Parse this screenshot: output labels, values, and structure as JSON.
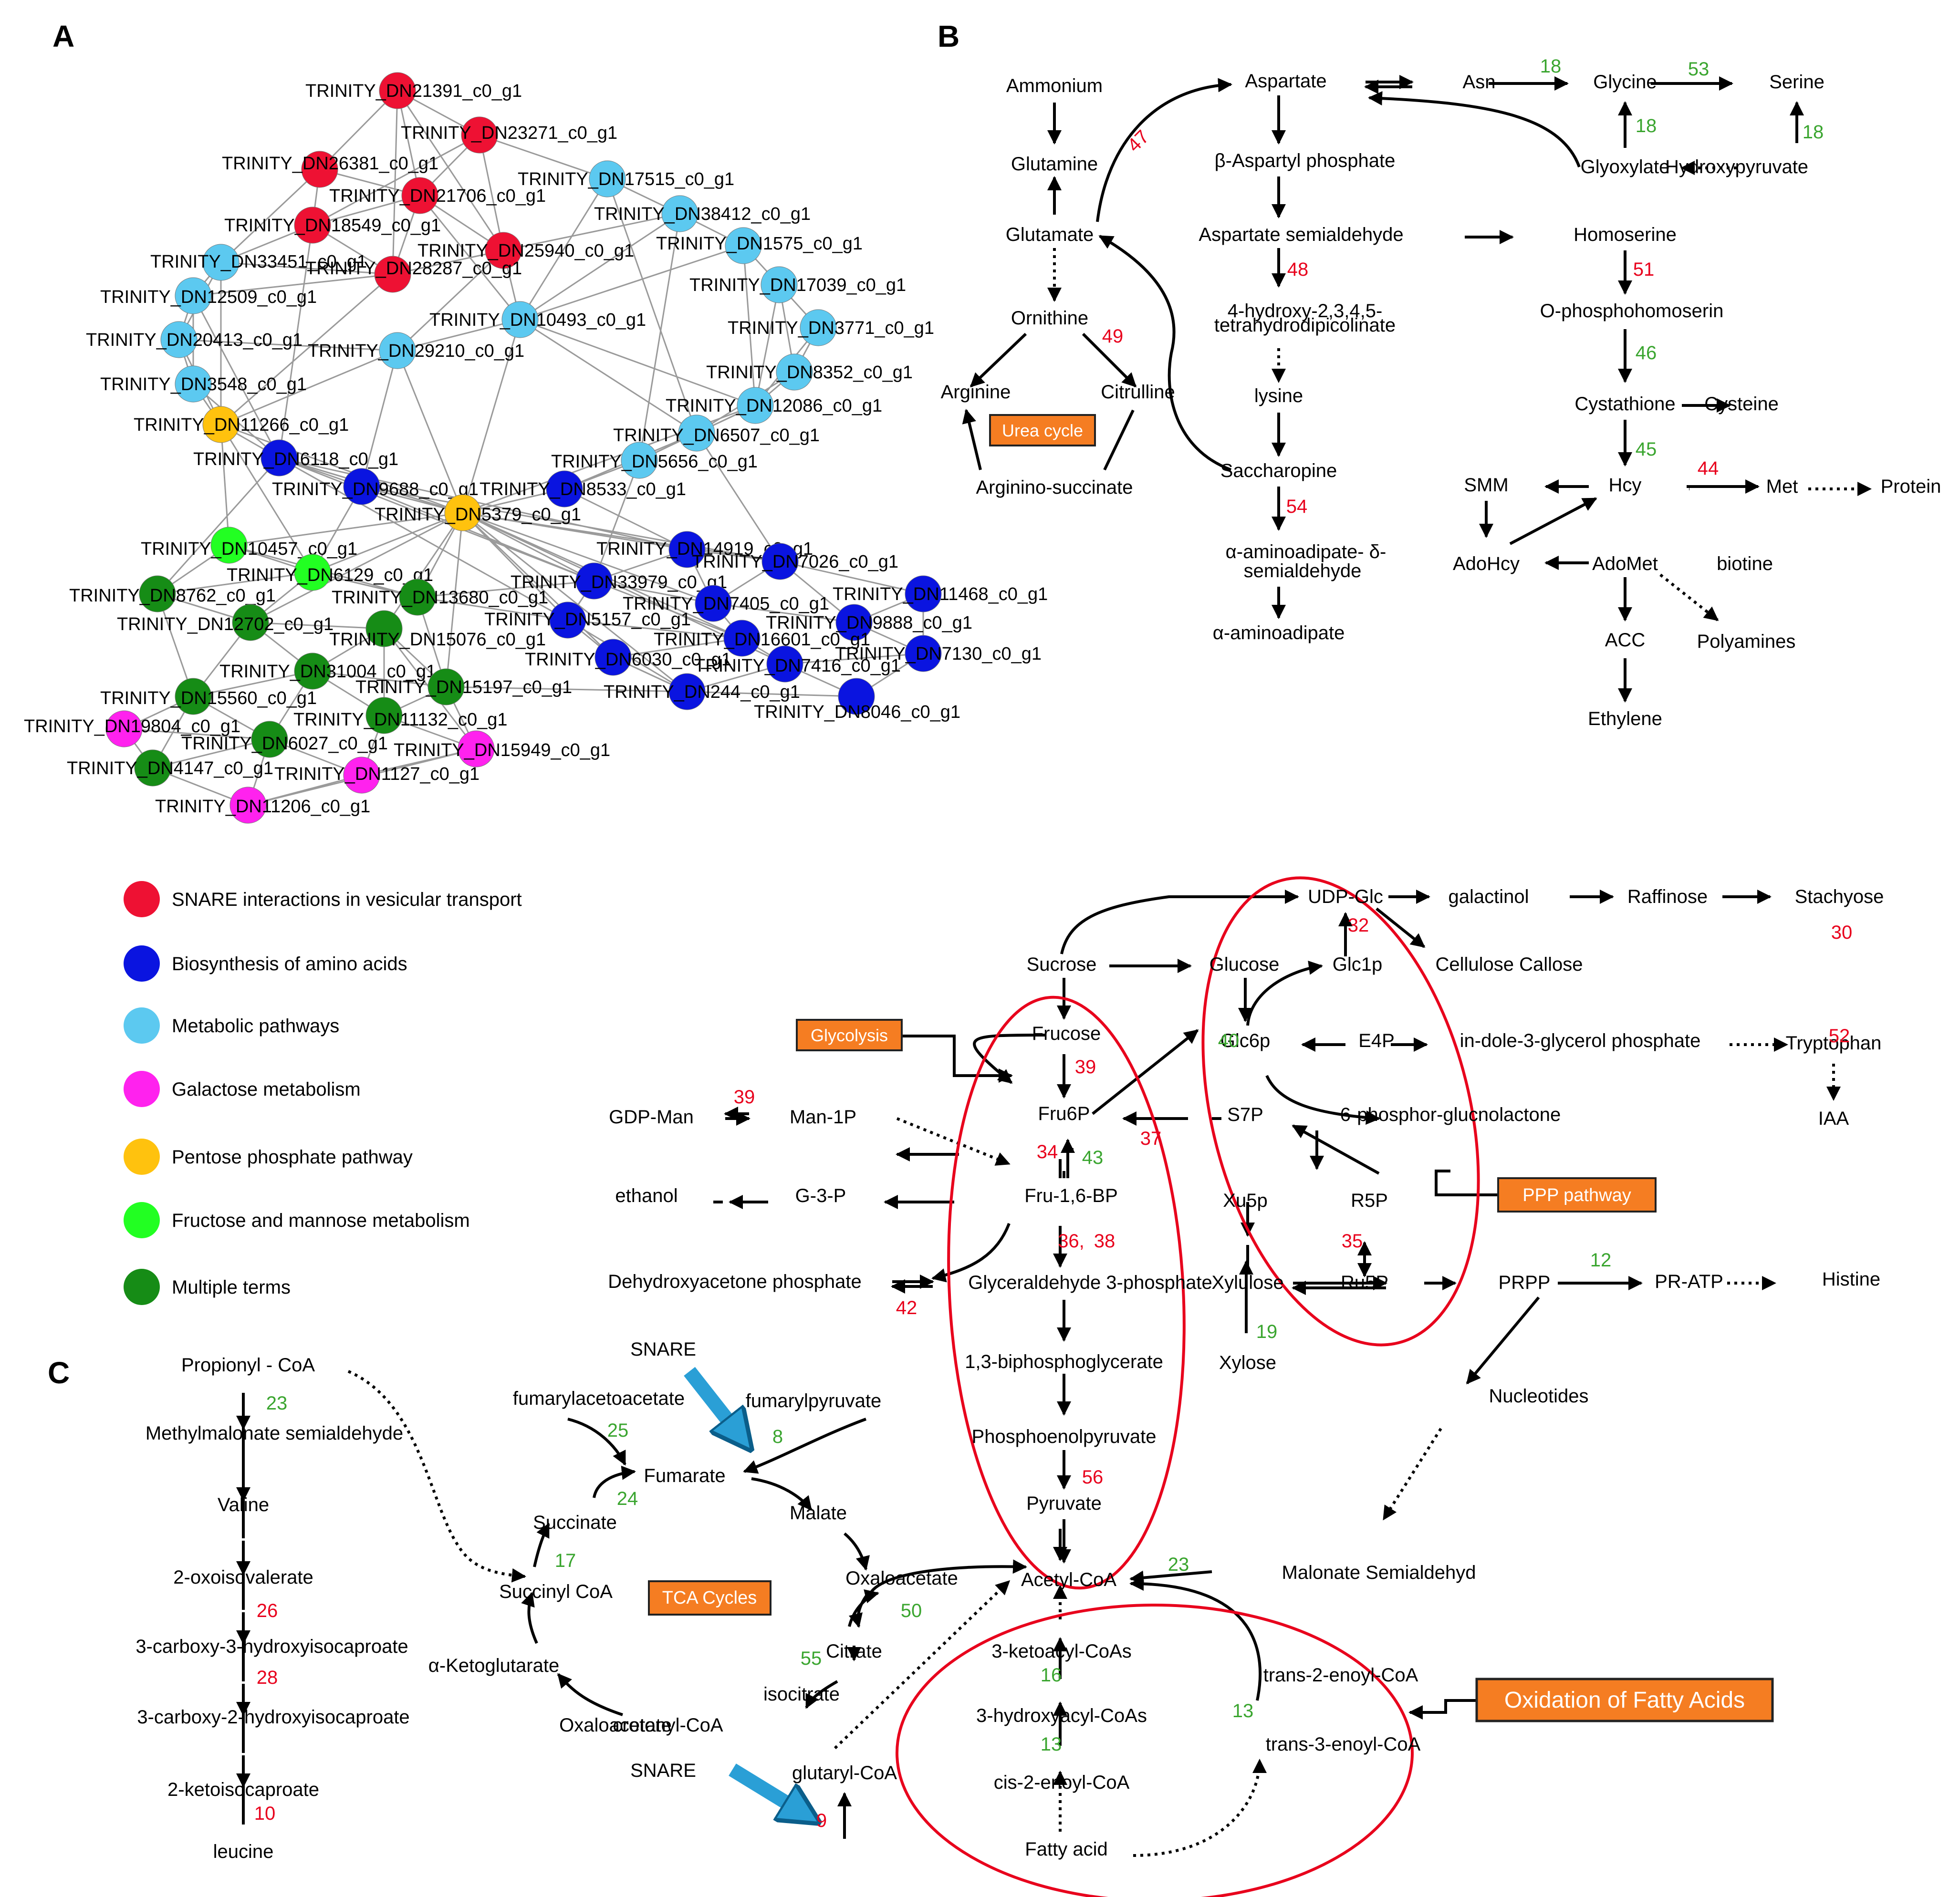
{
  "panel_labels": {
    "a": "A",
    "b": "B",
    "c": "C"
  },
  "colors": {
    "snare": "#ee1133",
    "amino": "#0a14e0",
    "metabolic": "#5cc9f0",
    "galactose": "#ff22ee",
    "ppp": "#ffc20e",
    "fructose": "#22ff22",
    "multiple": "#168c16",
    "highlight": "#e8001c",
    "box": "#f57d22",
    "number_red": "#e8001c",
    "number_green": "#3aa52f",
    "snare_arrow": "#2a9fd6"
  },
  "network": {
    "nodes": [
      {
        "id": "TRINITY_DN21391_c0_g1",
        "group": "snare"
      },
      {
        "id": "TRINITY_DN23271_c0_g1",
        "group": "snare"
      },
      {
        "id": "TRINITY_DN26381_c0_g1",
        "group": "snare"
      },
      {
        "id": "TRINITY_DN21706_c0_g1",
        "group": "snare"
      },
      {
        "id": "TRINITY_DN18549_c0_g1",
        "group": "snare"
      },
      {
        "id": "TRINITY_DN25940_c0_g1",
        "group": "snare"
      },
      {
        "id": "TRINITY_DN28287_c0_g1",
        "group": "snare"
      },
      {
        "id": "TRINITY_DN17515_c0_g1",
        "group": "metabolic"
      },
      {
        "id": "TRINITY_DN38412_c0_g1",
        "group": "metabolic"
      },
      {
        "id": "TRINITY_DN1575_c0_g1",
        "group": "metabolic"
      },
      {
        "id": "TRINITY_DN33451_c0_g1",
        "group": "metabolic"
      },
      {
        "id": "TRINITY_DN17039_c0_g1",
        "group": "metabolic"
      },
      {
        "id": "TRINITY_DN12509_c0_g1",
        "group": "metabolic"
      },
      {
        "id": "TRINITY_DN10493_c0_g1",
        "group": "metabolic"
      },
      {
        "id": "TRINITY_DN3771_c0_g1",
        "group": "metabolic"
      },
      {
        "id": "TRINITY_DN20413_c0_g1",
        "group": "metabolic"
      },
      {
        "id": "TRINITY_DN29210_c0_g1",
        "group": "metabolic"
      },
      {
        "id": "TRINITY_DN8352_c0_g1",
        "group": "metabolic"
      },
      {
        "id": "TRINITY_DN3548_c0_g1",
        "group": "metabolic"
      },
      {
        "id": "TRINITY_DN12086_c0_g1",
        "group": "metabolic"
      },
      {
        "id": "TRINITY_DN11266_c0_g1",
        "group": "ppp"
      },
      {
        "id": "TRINITY_DN6507_c0_g1",
        "group": "metabolic"
      },
      {
        "id": "TRINITY_DN6118_c0_g1",
        "group": "amino"
      },
      {
        "id": "TRINITY_DN5656_c0_g1",
        "group": "metabolic"
      },
      {
        "id": "TRINITY_DN9688_c0_g1",
        "group": "amino"
      },
      {
        "id": "TRINITY_DN8533_c0_g1",
        "group": "amino"
      },
      {
        "id": "TRINITY_DN5379_c0_g1",
        "group": "ppp"
      },
      {
        "id": "TRINITY_DN10457_c0_g1",
        "group": "fructose"
      },
      {
        "id": "TRINITY_DN14919_c0_g1",
        "group": "amino"
      },
      {
        "id": "TRINITY_DN6129_c0_g1",
        "group": "fructose"
      },
      {
        "id": "TRINITY_DN7026_c0_g1",
        "group": "amino"
      },
      {
        "id": "TRINITY_DN8762_c0_g1",
        "group": "multiple"
      },
      {
        "id": "TRINITY_DN13680_c0_g1",
        "group": "multiple"
      },
      {
        "id": "TRINITY_DN33979_c0_g1",
        "group": "amino"
      },
      {
        "id": "TRINITY_DN11468_c0_g1",
        "group": "amino"
      },
      {
        "id": "TRINITY_DN7405_c0_g1",
        "group": "amino"
      },
      {
        "id": "TRINITY_DN12702_c0_g1",
        "group": "multiple"
      },
      {
        "id": "TRINITY_DN5157_c0_g1",
        "group": "amino"
      },
      {
        "id": "TRINITY_DN9888_c0_g1",
        "group": "amino"
      },
      {
        "id": "TRINITY_DN15076_c0_g1",
        "group": "multiple"
      },
      {
        "id": "TRINITY_DN16601_c0_g1",
        "group": "amino"
      },
      {
        "id": "TRINITY_DN7130_c0_g1",
        "group": "amino"
      },
      {
        "id": "TRINITY_DN31004_c0_g1",
        "group": "multiple"
      },
      {
        "id": "TRINITY_DN6030_c0_g1",
        "group": "amino"
      },
      {
        "id": "TRINITY_DN7416_c0_g1",
        "group": "amino"
      },
      {
        "id": "TRINITY_DN15560_c0_g1",
        "group": "multiple"
      },
      {
        "id": "TRINITY_DN15197_c0_g1",
        "group": "multiple"
      },
      {
        "id": "TRINITY_DN244_c0_g1",
        "group": "amino"
      },
      {
        "id": "TRINITY_DN8046_c0_g1",
        "group": "amino"
      },
      {
        "id": "TRINITY_DN11132_c0_g1",
        "group": "multiple"
      },
      {
        "id": "TRINITY_DN19804_c0_g1",
        "group": "galactose"
      },
      {
        "id": "TRINITY_DN6027_c0_g1",
        "group": "multiple"
      },
      {
        "id": "TRINITY_DN15949_c0_g1",
        "group": "galactose"
      },
      {
        "id": "TRINITY_DN4147_c0_g1",
        "group": "multiple"
      },
      {
        "id": "TRINITY_DN1127_c0_g1",
        "group": "galactose"
      },
      {
        "id": "TRINITY_DN11206_c0_g1",
        "group": "galactose"
      }
    ]
  },
  "legend": [
    {
      "group": "snare",
      "label": "SNARE interactions in vesicular transport"
    },
    {
      "group": "amino",
      "label": "Biosynthesis of amino acids"
    },
    {
      "group": "metabolic",
      "label": "Metabolic pathways"
    },
    {
      "group": "galactose",
      "label": "Galactose metabolism"
    },
    {
      "group": "ppp",
      "label": "Pentose phosphate pathway"
    },
    {
      "group": "fructose",
      "label": "Fructose and mannose metabolism"
    },
    {
      "group": "multiple",
      "label": "Multiple terms"
    }
  ],
  "pathway_labels": [
    "Ammonium",
    "Glutamine",
    "Glutamate",
    "Ornithine",
    "Arginine",
    "Citrulline",
    "Arginino-succinate",
    "Aspartate",
    "Asn",
    "Glycine",
    "Serine",
    "Glyoxylate",
    "Hydroxypyruvate",
    "β-Aspartyl phosphate",
    "Aspartate semialdehyde",
    "Homoserine",
    "4-hydroxy-2,3,4,5-",
    "tetrahydrodipicolinate",
    "lysine",
    "O-phosphohomoserin",
    "Cystathione",
    "Cysteine",
    "Saccharopine",
    "SMM",
    "Hcy",
    "Met",
    "Protein",
    "α-aminoadipate- δ-",
    "semialdehyde",
    "AdoHcy",
    "AdoMet",
    "biotine",
    "α-aminoadipate",
    "ACC",
    "Polyamines",
    "Ethylene",
    "UDP-Glc",
    "galactinol",
    "Raffinose",
    "Stachyose",
    "Sucrose",
    "Glucose",
    "Glc1p",
    "Cellulose Callose",
    "Frucose",
    "Glc6p",
    "E4P",
    "in-dole-3-glycerol phosphate",
    "Tryptophan",
    "IAA",
    "GDP-Man",
    "Man-1P",
    "Fru6P",
    "S7P",
    "6-phosphor-glucnolactone",
    "ethanol",
    "G-3-P",
    "Fru-1,6-BP",
    "Xu5p",
    "R5P",
    "Dehydroxyacetone phosphate",
    "Glyceraldehyde 3-phosphate",
    "Xylulose",
    "Ru5P",
    "PRPP",
    "PR-ATP",
    "Histine",
    "Xylose",
    "1,3-biphosphoglycerate",
    "Nucleotides",
    "Phosphoenolpyruvate",
    "Pyruvate",
    "Acetyl-CoA",
    "Malonate Semialdehyd",
    "3-ketoacyl-CoAs",
    "trans-2-enoyl-CoA",
    "3-hydroxyacyl-CoAs",
    "trans-3-enoyl-CoA",
    "cis-2-enoyl-CoA",
    "Fatty acid",
    "Propionyl - CoA",
    "Methylmalonate semialdehyde",
    "Valine",
    "2-oxoisovalerate",
    "3-carboxy-3-hydroxyisocaproate",
    "3-carboxy-2-hydroxyisocaproate",
    "2-ketoisocaproate",
    "leucine",
    "SNARE",
    "fumarylacetoacetate",
    "fumarylpyruvate",
    "Fumarate",
    "Malate",
    "Succinate",
    "Succinyl CoA",
    "Oxaloacetate",
    "Citrate",
    "isocitrate",
    "α-Ketoglutarate",
    "crotonyl-CoA",
    "glutaryl-CoA"
  ],
  "boxes": {
    "urea": "Urea cycle",
    "glycolysis": "Glycolysis",
    "ppp": "PPP pathway",
    "tca": "TCA Cycles",
    "fatty": "Oxidation of  Fatty Acids"
  },
  "numbers": {
    "red": [
      "47",
      "48",
      "49",
      "51",
      "54",
      "44",
      "32",
      "30",
      "52",
      "39",
      "39",
      "34",
      "37",
      "36,",
      "38",
      "35",
      "42",
      "56",
      "26",
      "28",
      "10",
      "9"
    ],
    "green": [
      "18",
      "53",
      "18",
      "18",
      "46",
      "45",
      "40",
      "43",
      "12",
      "19",
      "23",
      "16",
      "13",
      "13",
      "25",
      "8",
      "24",
      "17",
      "50",
      "55",
      "23"
    ]
  }
}
